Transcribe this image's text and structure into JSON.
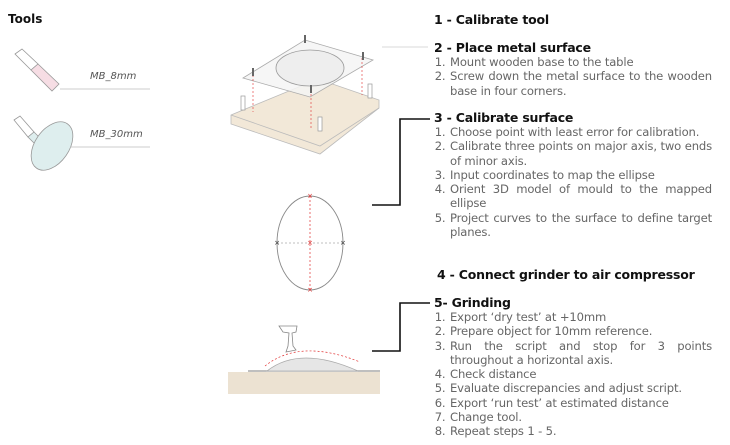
{
  "tools": {
    "title": "Tools",
    "items": [
      {
        "label": "MB_8mm"
      },
      {
        "label": "MB_30mm"
      }
    ]
  },
  "steps": [
    {
      "title": "1 - Calibrate tool",
      "items": []
    },
    {
      "title": "2 - Place metal surface",
      "items": [
        "Mount wooden base to the table",
        "Screw down the metal surface to the wooden base in four corners."
      ]
    },
    {
      "title": "3 - Calibrate surface",
      "items": [
        "Choose point with least error for calibration.",
        "Calibrate three points on major axis, two ends of minor axis.",
        "Input coordinates to map the ellipse",
        "Orient 3D model of mould to the mapped ellipse",
        "Project curves to the surface to define target planes."
      ]
    },
    {
      "title": "4 - Connect grinder to air compressor",
      "items": []
    },
    {
      "title": "5- Grinding",
      "items": [
        "Export ‘dry test’ at +10mm",
        "Prepare object for 10mm reference.",
        "Run the script and stop for 3 points throughout a horizontal axis.",
        "Check distance",
        "Evaluate discrepancies and adjust script.",
        "Export ‘run test’ at estimated distance",
        "Change tool.",
        "Repeat steps 1 - 5."
      ]
    }
  ],
  "colors": {
    "wood": "#f2e8d8",
    "pink": "#f6dde4",
    "teal": "#deeeee",
    "red": "#e03030"
  }
}
